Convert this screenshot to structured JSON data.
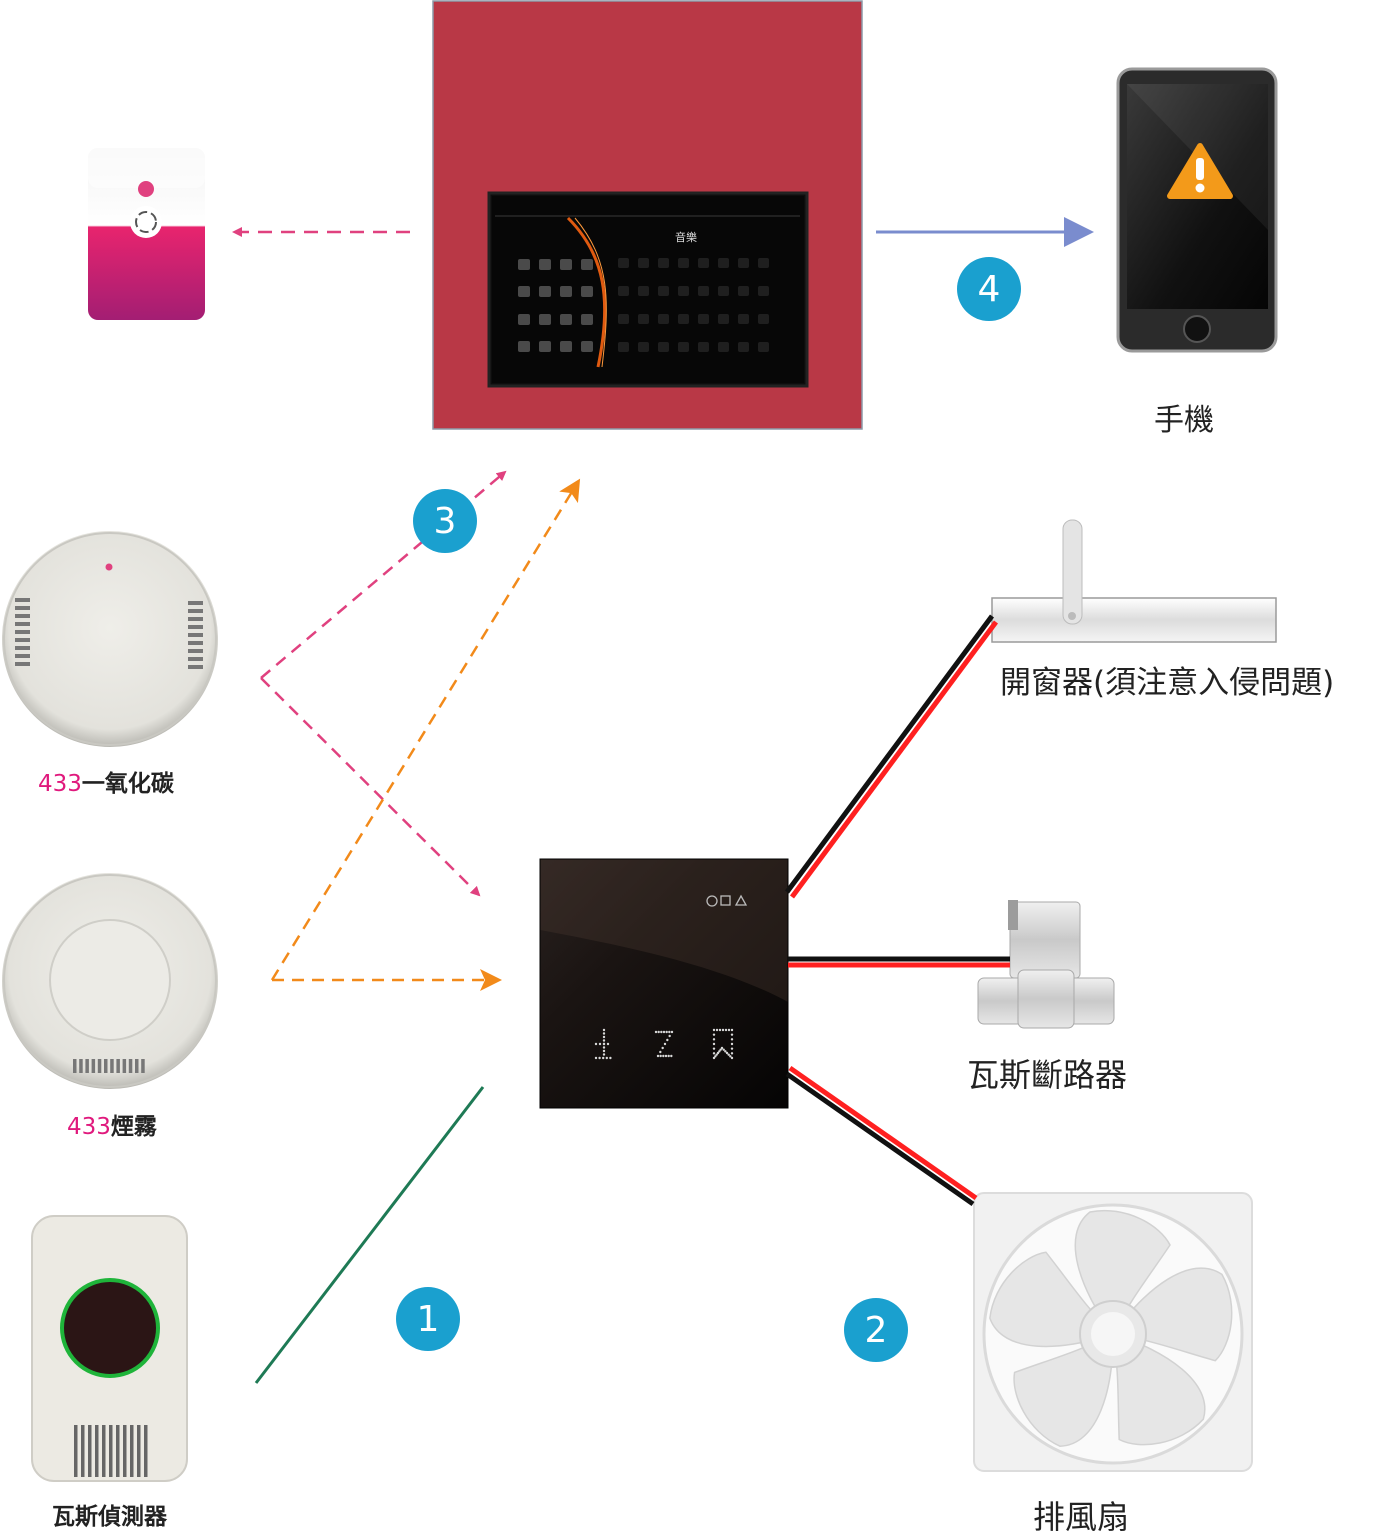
{
  "colors": {
    "panel_bg": "#b93846",
    "badge": "#1aa0cf",
    "pink_arrow": "#e0417f",
    "orange_arrow": "#f28a1a",
    "blue_arrow": "#7a8cce",
    "green_line": "#1e7a55",
    "wire_red": "#ff2020",
    "wire_black": "#111111",
    "label_pink": "#e0197d"
  },
  "tablet": {
    "screen_title": "音樂"
  },
  "phone": {
    "label": "手機"
  },
  "devices": {
    "co_detector": {
      "prefix": "433",
      "name": "一氧化碳"
    },
    "smoke_detector": {
      "prefix": "433",
      "name": "煙霧"
    },
    "gas_detector": {
      "name": "瓦斯偵測器"
    },
    "window_opener": {
      "name": "開窗器(須注意入侵問題)"
    },
    "gas_valve": {
      "name": "瓦斯斷路器"
    },
    "exhaust_fan": {
      "name": "排風扇"
    }
  },
  "steps": [
    "1",
    "2",
    "3",
    "4"
  ]
}
